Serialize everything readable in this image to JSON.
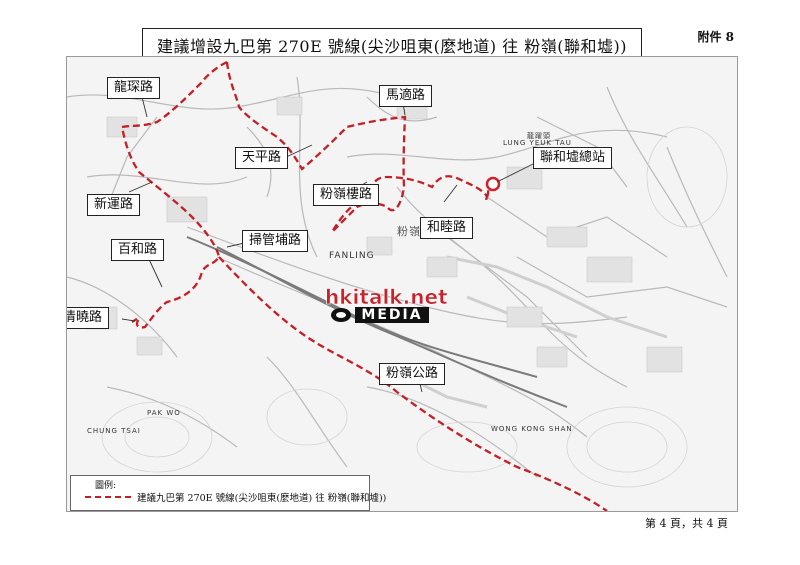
{
  "attachment": "附件 8",
  "title": "建議增設九巴第 270E 號線(尖沙咀東(麼地道) 往 粉嶺(聯和墟))",
  "labels": {
    "lung_chum_road": "龍琛路",
    "ma_sik_road": "馬適路",
    "tin_ping_road": "天平路",
    "luen_wo_hui_terminus": "聯和墟總站",
    "fanling_lau_road": "粉嶺樓路",
    "wo_mun_road": "和睦路",
    "san_wan_road": "新運路",
    "so_kwun_po_road": "掃管埔路",
    "pak_wo_road": "百和路",
    "ching_hiu_road": "清曉路",
    "fanling_highway": "粉嶺公路"
  },
  "place_names": {
    "lung_yeuk_tau_cn": "龍躍頭",
    "lung_yeuk_tau_en": "LUNG YEUK TAU",
    "fanling_cn": "粉嶺",
    "fanling_en": "FANLING",
    "wong_kong_shan_en": "WONG KONG SHAN",
    "pak_wo_en": "PAK WO",
    "chung_tsai_en": "CHUNG TSAI"
  },
  "watermark": {
    "site": "hkitalk.net",
    "brand": "MEDIA"
  },
  "legend": {
    "heading": "圖例:",
    "item": "建議九巴第 270E 號線(尖沙咀東(麼地道) 往 粉嶺(聯和墟))"
  },
  "page_number": "第 4 頁，共 4 頁",
  "colors": {
    "route": "#c51f26",
    "terminus": "#d0202a"
  }
}
